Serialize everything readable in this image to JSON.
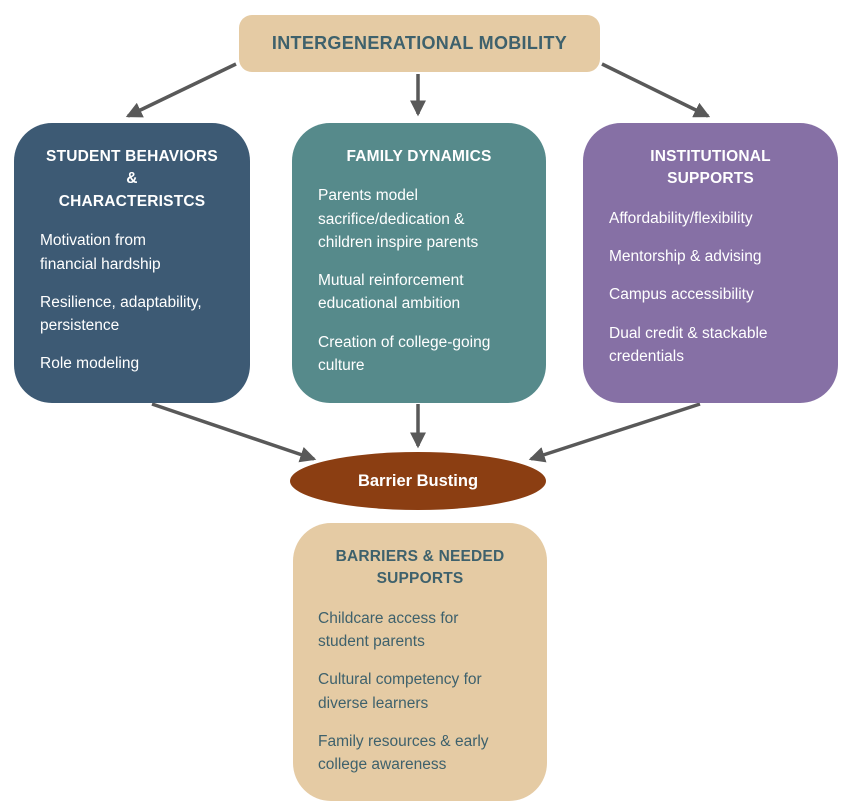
{
  "title_box": {
    "label": "INTERGENERATIONAL MOBILITY",
    "bg": "#E5CBA4",
    "text_color": "#3E616C"
  },
  "factor_boxes": [
    {
      "title": "STUDENT BEHAVIORS &\nCHARACTERISTCS",
      "items": [
        "Motivation from\nfinancial hardship",
        "Resilience, adaptability,\npersistence",
        "Role modeling"
      ],
      "bg": "#3D5A74",
      "text_color": "#FFFFFF"
    },
    {
      "title": "FAMILY DYNAMICS",
      "items": [
        "Parents model\nsacrifice/dedication &\nchildren inspire parents",
        "Mutual reinforcement\neducational ambition",
        "Creation of college-going\nculture"
      ],
      "bg": "#568A8B",
      "text_color": "#FFFFFF"
    },
    {
      "title": "INSTITUTIONAL\nSUPPORTS",
      "items": [
        "Affordability/flexibility",
        "Mentorship & advising",
        "Campus accessibility",
        "Dual credit & stackable\ncredentials"
      ],
      "bg": "#8670A5",
      "text_color": "#FFFFFF"
    }
  ],
  "ellipse": {
    "label": "Barrier Busting",
    "bg": "#8B3E12",
    "text_color": "#FFFFFF"
  },
  "bottom_box": {
    "title": "BARRIERS & NEEDED\nSUPPORTS",
    "items": [
      "Childcare access for\nstudent parents",
      "Cultural competency for\ndiverse learners",
      "Family resources & early\ncollege awareness"
    ],
    "bg": "#E5CBA4",
    "text_color": "#3E616C"
  },
  "colors": {
    "arrow": "#595959",
    "canvas_bg": "#FFFFFF"
  }
}
